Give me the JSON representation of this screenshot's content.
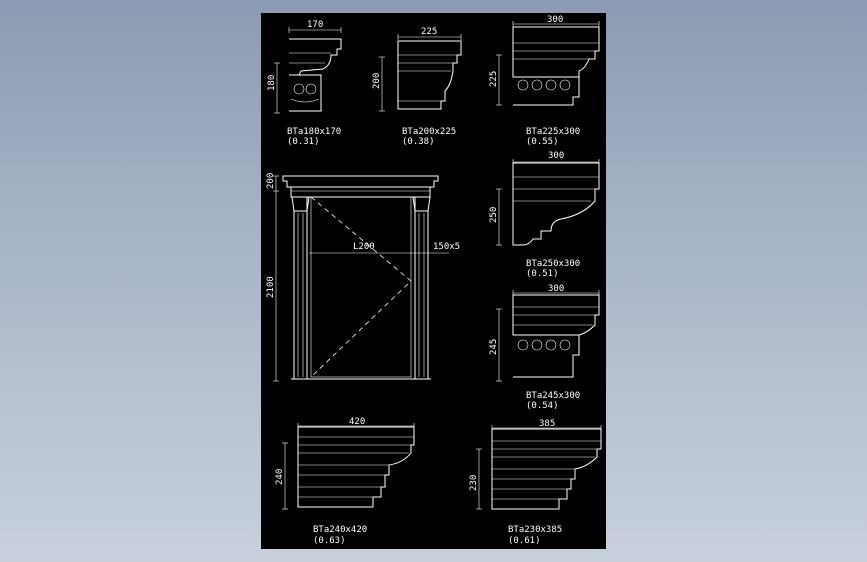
{
  "colors": {
    "backdrop_top": "#8a9bb3",
    "backdrop_bottom": "#c8d0dc",
    "sheet": "#000000",
    "ink": "#ffffff"
  },
  "profiles": [
    {
      "name": "BTa180x170",
      "ratio": "(0.31)",
      "width_dim": "170",
      "height_dim": "180"
    },
    {
      "name": "BTa200x225",
      "ratio": "(0.38)",
      "width_dim": "225",
      "height_dim": "200"
    },
    {
      "name": "BTa225x300",
      "ratio": "(0.55)",
      "width_dim": "300",
      "height_dim": "225"
    },
    {
      "name": "BTa250x300",
      "ratio": "(0.51)",
      "width_dim": "300",
      "height_dim": "250"
    },
    {
      "name": "BTa245x300",
      "ratio": "(0.54)",
      "width_dim": "300",
      "height_dim": "245"
    },
    {
      "name": "BTa240x420",
      "ratio": "(0.63)",
      "width_dim": "420",
      "height_dim": "240"
    },
    {
      "name": "BTa230x385",
      "ratio": "(0.61)",
      "width_dim": "385",
      "height_dim": "230"
    }
  ],
  "door": {
    "top_dim": "200",
    "height_dim": "2100",
    "width_label": "L200",
    "trim_label": "150x5"
  }
}
